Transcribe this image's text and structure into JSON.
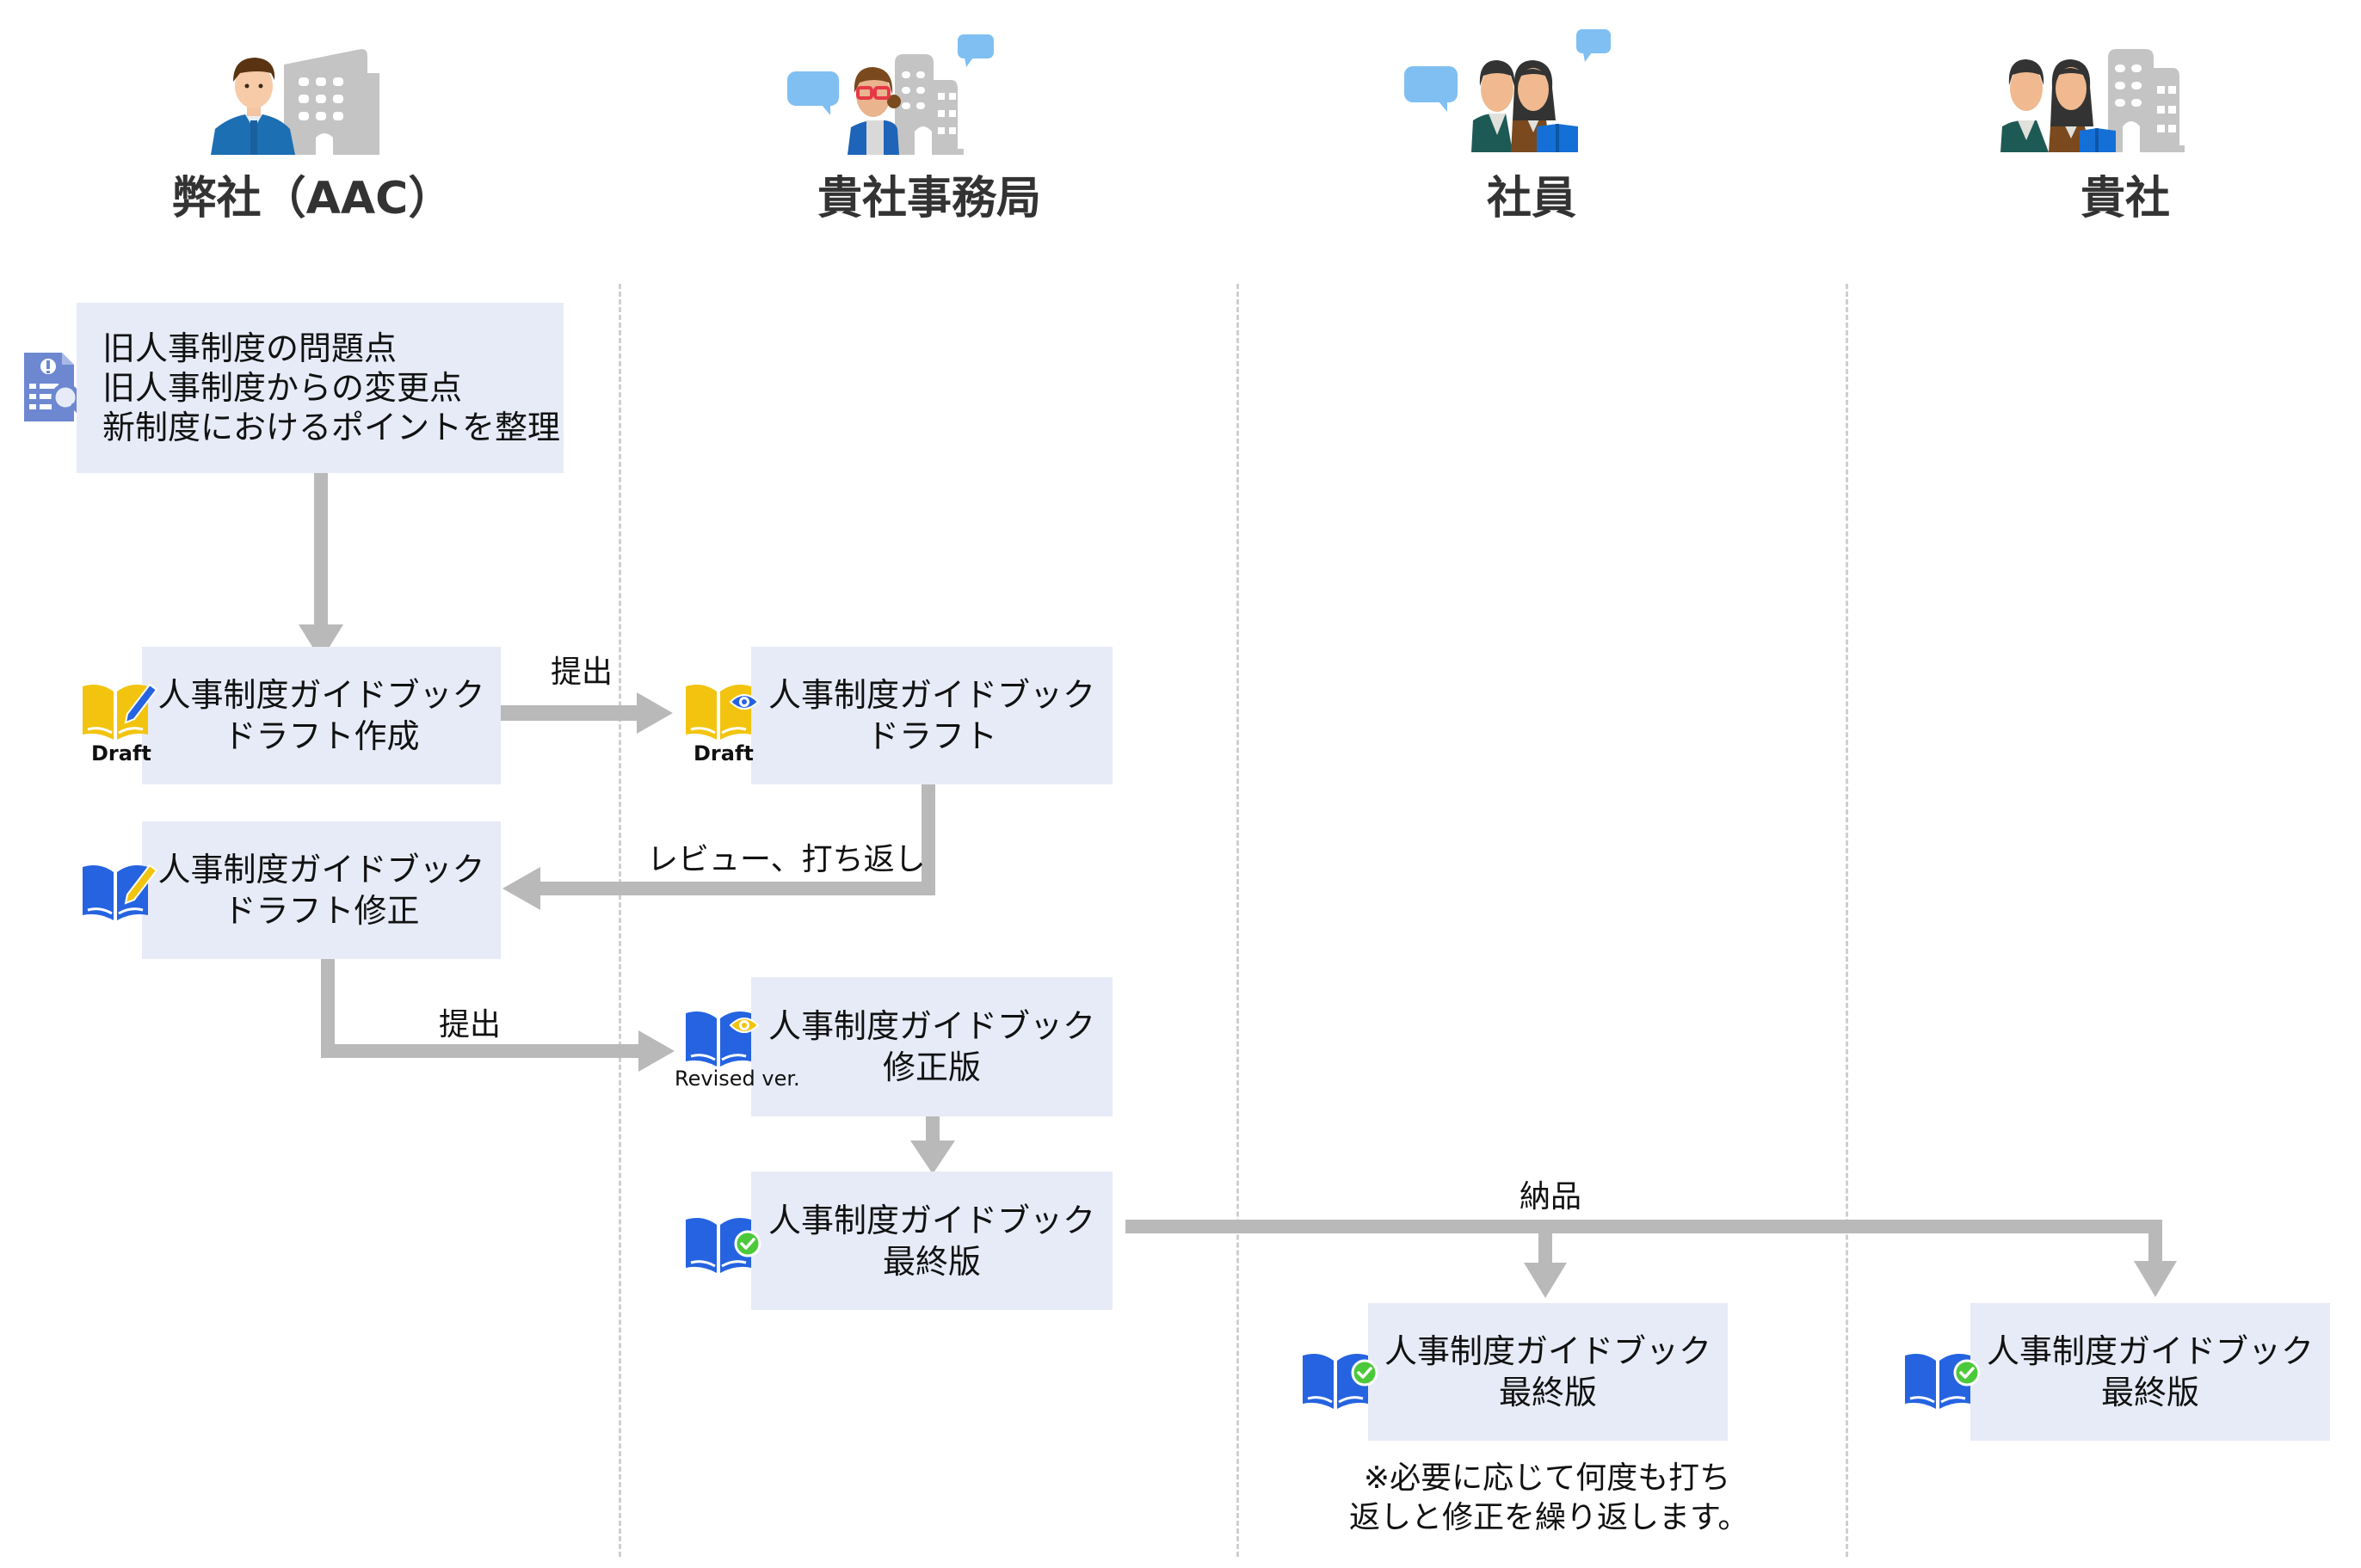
{
  "lanes": [
    {
      "header": "弊社（AAC）",
      "icon": "consultant-with-building-icon"
    },
    {
      "header": "貴社事務局",
      "icon": "secretariat-with-building-and-speech-icon"
    },
    {
      "header": "社員",
      "icon": "employees-with-speech-icon"
    },
    {
      "header": "貴社",
      "icon": "employees-with-building-icon"
    }
  ],
  "steps": {
    "organize": {
      "lines": [
        "旧人事制度の問題点",
        "旧人事制度からの変更点",
        "新制度におけるポイントを整理"
      ],
      "icon": "document-search-icon"
    },
    "draft_create": {
      "lines": [
        "人事制度ガイドブック",
        "ドラフト作成"
      ],
      "icon": "book-edit-icon",
      "caption": "Draft"
    },
    "draft_review": {
      "lines": [
        "人事制度ガイドブック",
        "ドラフト"
      ],
      "icon": "book-view-icon",
      "caption": "Draft"
    },
    "draft_fix": {
      "lines": [
        "人事制度ガイドブック",
        "ドラフト修正"
      ],
      "icon": "book-edit-icon"
    },
    "revised": {
      "lines": [
        "人事制度ガイドブック",
        "修正版"
      ],
      "icon": "book-view-icon",
      "caption": "Revised ver."
    },
    "final": {
      "lines": [
        "人事制度ガイドブック",
        "最終版"
      ],
      "icon": "book-check-icon"
    },
    "final_employees": {
      "lines": [
        "人事制度ガイドブック",
        "最終版"
      ],
      "icon": "book-check-icon"
    },
    "final_company": {
      "lines": [
        "人事制度ガイドブック",
        "最終版"
      ],
      "icon": "book-check-icon"
    }
  },
  "arrows": {
    "submit1": "提出",
    "review": "レビュー、打ち返し",
    "submit2": "提出",
    "deliver": "納品"
  },
  "note": [
    "※必要に応じて何度も打ち",
    "返しと修正を繰り返します。"
  ],
  "colors": {
    "box_fill": "#e7ebf7",
    "arrow": "#b9b9b9",
    "divider": "#cfcfcf",
    "header_text": "#333333",
    "book_yellow": "#f2c40f",
    "book_blue": "#2563e0",
    "check_green": "#4cc93a"
  }
}
